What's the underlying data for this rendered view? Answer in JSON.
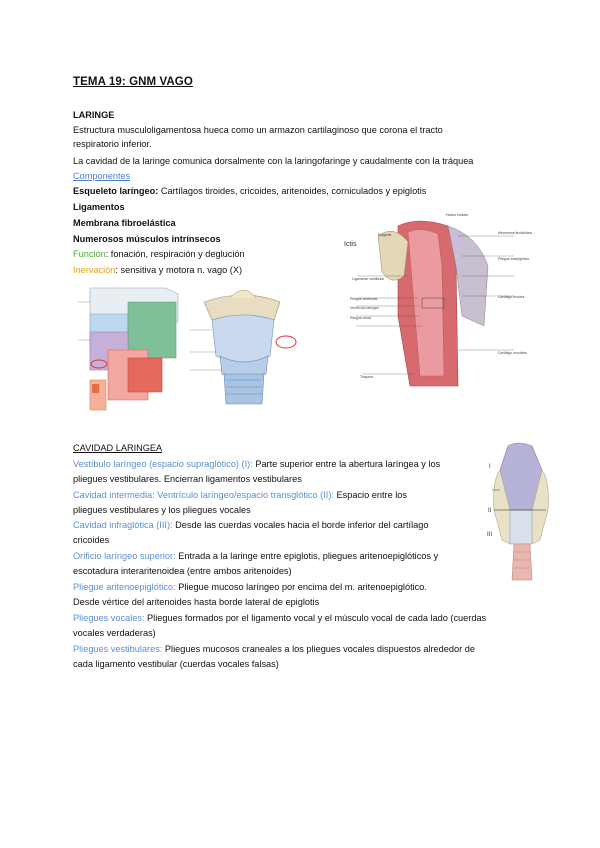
{
  "title": "TEMA 19: GNM VAGO",
  "laringe": {
    "heading": "LARINGE",
    "desc1": "Estructura musculoligamentosa hueca como un armazon cartilaginoso que corona el tracto",
    "desc2": "respiratorio inferior.",
    "desc3": "La cavidad de la laringe comunica dorsalmente con la laringofaringe y caudalmente con la tráquea",
    "componentes": "Componentes",
    "esqueleto_label": "Esqueleto laríngeo:",
    "esqueleto_text": " Cartílagos tiroides, cricoides, aritenoides, corniculados y epiglotis",
    "ligamentos": "Ligamentos",
    "membrana": "Membrana fibroelástica",
    "musculos": "Numerosos músculos intrínsecos",
    "funcion_label": "Función",
    "funcion_text": ": fonación, respiración y deglución",
    "inervacion_label": "Inervación",
    "inervacion_text": ": sensitiva y motora n. vago (X)"
  },
  "figure_right": {
    "title_text": "Ictis",
    "labels": [
      "Hueso hioides",
      "Epiglotis",
      "Membrana tirohioidea",
      "Pliegue ariepiglótico",
      "Ligamento vestibular",
      "Pliegue vestibular",
      "Ventrículo laríngeo",
      "Pliegue vocal",
      "Cartílago tiroides",
      "Cartílago cricoides",
      "Tráquea"
    ]
  },
  "cavidad": {
    "heading": "CAVIDAD LARINGEA",
    "items": [
      {
        "label": "Vestíbulo laríngeo (espacio supraglótico) (I):",
        "l1": " Parte superior entre la abertura laríngea y los",
        "l2": "pliegues vestibulares. Encierran ligamentos vestibulares"
      },
      {
        "label": "Cavidad intermedia: Ventrículo laríngeo/espacio transglótico (II):",
        "l1": " Espacio entre los",
        "l2": "pliegues vestibulares y los pliegues vocales"
      },
      {
        "label": "Cavidad infraglótica (III):",
        "l1": " Desde las cuerdas vocales hacia el borde inferior del cartílago",
        "l2": "cricoides"
      },
      {
        "label": "Orificio laríngeo superior:",
        "l1": " Entrada a la laringe entre epiglotis, pliegues aritenoepiglóticos y",
        "l2": "escotadura interaritenoidea (entre ambos aritenoides)"
      },
      {
        "label": "Pliegue aritenoepiglótico:",
        "l1": " Pliegue mucoso laríngeo por encima del m. aritenoepiglótico.",
        "l2": "Desde vértice del aritenoides hasta borde lateral de epiglotis"
      },
      {
        "label": "Pliegues vocales:",
        "l1": " Pliegues formados por el ligamento vocal y el músculo vocal de cada lado (cuerdas",
        "l2": "vocales verdaderas)"
      },
      {
        "label": "Pliegues vestibulares:",
        "l1": " Pliegues mucosos craneales a los pliegues vocales dispuestos alrededor de",
        "l2": "cada ligamento vestibular (cuerdas vocales falsas)"
      }
    ],
    "figure_marks": [
      "I",
      "II",
      "III"
    ]
  }
}
